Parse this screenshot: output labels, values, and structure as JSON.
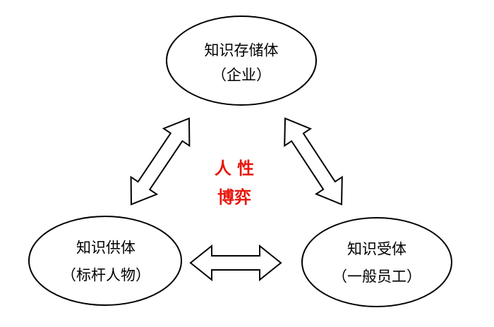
{
  "nodes": {
    "top": {
      "title": "知识存储体",
      "subtitle": "（企业）"
    },
    "left": {
      "title": "知识供体",
      "subtitle": "（标杆人物）"
    },
    "right": {
      "title": "知识受体",
      "subtitle": "（一般员工）"
    }
  },
  "center": {
    "line1": "人 性",
    "line2": "博弈",
    "color": "#e8160c"
  },
  "arrows": {
    "top_left": "double-arrow",
    "top_right": "double-arrow",
    "bottom": "double-arrow"
  }
}
